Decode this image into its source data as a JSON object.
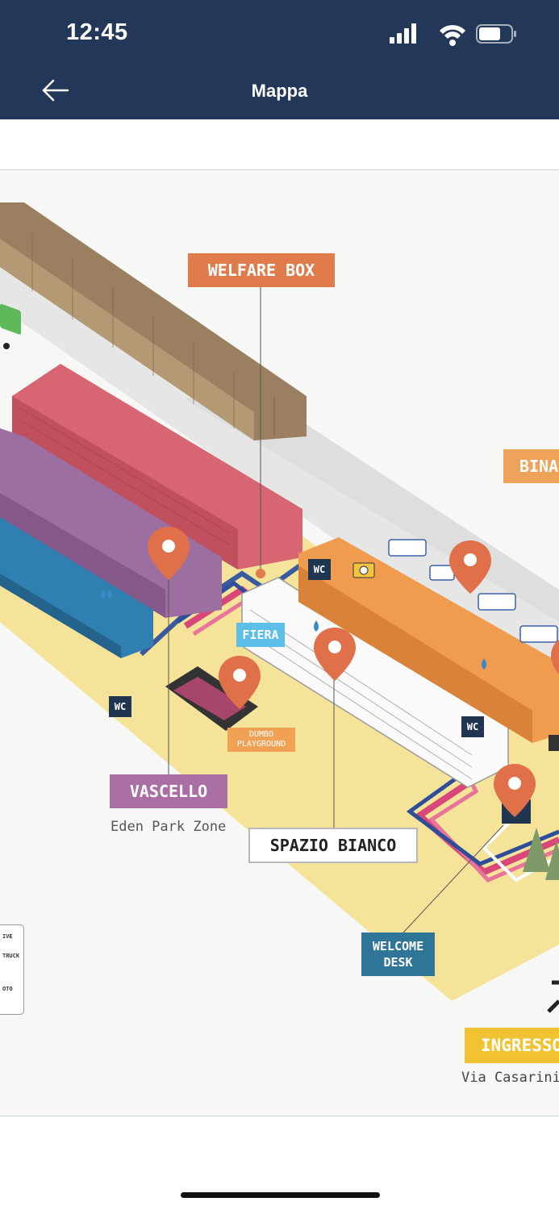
{
  "status_bar": {
    "time": "12:45",
    "icons": [
      "cellular-signal-icon",
      "wifi-icon",
      "battery-icon"
    ]
  },
  "header": {
    "title": "Mappa",
    "back_icon": "arrow-left-icon",
    "background": "#233858"
  },
  "map": {
    "labels": {
      "welfare_box": "WELFARE BOX",
      "bina": "BINA",
      "vascello": "VASCELLO",
      "vascello_sub": "Eden Park Zone",
      "spazio_bianco": "SPAZIO BIANCO",
      "fiera": "FIERA",
      "dumbo_playground": "DUMBO PLAYGROUND",
      "welcome_desk": "WELCOME DESK",
      "ingresso": "INGRESSO",
      "ingresso_sub": "Via Casarini"
    },
    "wc_label": "WC",
    "legend_items": [
      "IVE",
      "TRUCK",
      "OTO"
    ],
    "pin_color": "#e0704a",
    "pin_icon": "map-pin-icon"
  }
}
